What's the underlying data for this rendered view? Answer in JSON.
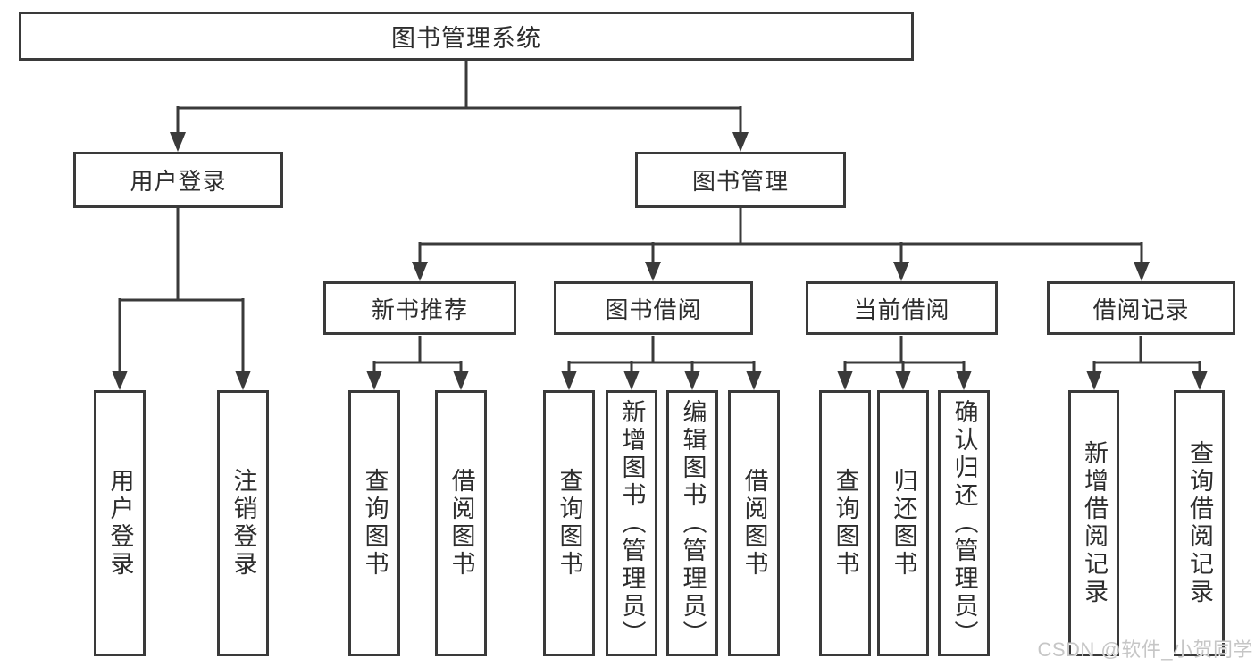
{
  "diagram": {
    "type": "tree",
    "colors": {
      "line": "#3a3a3a",
      "box_border": "#3a3a3a",
      "text": "#2d2d2d",
      "background": "#ffffff",
      "watermark": "#c6c6c6"
    },
    "tree": {
      "root": {
        "label": "图书管理系统"
      },
      "children": [
        {
          "label": "用户登录",
          "children": [
            {
              "label": "用户登录"
            },
            {
              "label": "注销登录"
            }
          ]
        },
        {
          "label": "图书管理",
          "children": [
            {
              "label": "新书推荐",
              "children": [
                {
                  "label": "查询图书"
                },
                {
                  "label": "借阅图书"
                }
              ]
            },
            {
              "label": "图书借阅",
              "children": [
                {
                  "label": "查询图书"
                },
                {
                  "label": "新增图书（管理员）"
                },
                {
                  "label": "编辑图书（管理员）"
                },
                {
                  "label": "借阅图书"
                }
              ]
            },
            {
              "label": "当前借阅",
              "children": [
                {
                  "label": "查询图书"
                },
                {
                  "label": "归还图书"
                },
                {
                  "label": "确认归还（管理员）"
                }
              ]
            },
            {
              "label": "借阅记录",
              "children": [
                {
                  "label": "新增借阅记录"
                },
                {
                  "label": "查询借阅记录"
                }
              ]
            }
          ]
        }
      ]
    },
    "watermark": {
      "text": "CSDN @软件_小贺同学"
    }
  }
}
